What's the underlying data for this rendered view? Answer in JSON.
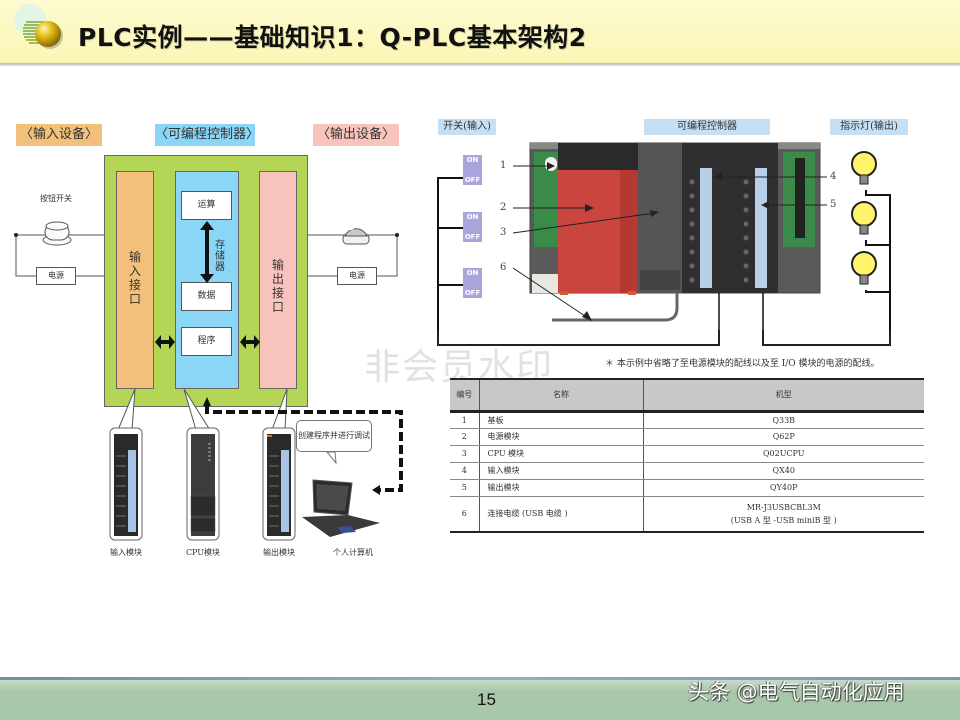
{
  "header": {
    "title": "PLC实例——基础知识1：Q-PLC基本架构2",
    "logo_icon": "golden-sphere-bullet-icon"
  },
  "left_diagram": {
    "section_labels": {
      "input_devices": "〈输入设备〉",
      "controller": "〈可编程控制器〉",
      "output_devices": "〈输出设备〉"
    },
    "input_interface": "输入接口",
    "output_interface": "输出接口",
    "cpu_blocks": {
      "compute": "运算",
      "memory": "存储器",
      "data": "数据",
      "program": "程序"
    },
    "input_device": {
      "name": "按钮开关",
      "power": "电源"
    },
    "output_device": {
      "power": "电源"
    },
    "modules": {
      "input": "输入模块",
      "cpu": "CPU模块",
      "output": "输出模块",
      "pc": "个人计算机"
    },
    "bubble": "创建程序并进行调试"
  },
  "watermark": "非会员水印",
  "right_figure": {
    "labels": {
      "switch": "开关(输入)",
      "controller": "可编程控制器",
      "lamp": "指示灯(输出)"
    },
    "switch_states": {
      "on": "ON",
      "off": "OFF"
    },
    "callouts": [
      "1",
      "2",
      "3",
      "4",
      "5",
      "6"
    ],
    "note": "＊ 本示例中省略了至电源模块的配线以及至 I/O 模块的电源的配线。"
  },
  "table": {
    "headers": [
      "编号",
      "名称",
      "机型"
    ],
    "rows": [
      {
        "no": "1",
        "name": "基板",
        "model": "Q33B",
        "model2": ""
      },
      {
        "no": "2",
        "name": "电源模块",
        "model": "Q62P",
        "model2": ""
      },
      {
        "no": "3",
        "name": "CPU 模块",
        "model": "Q02UCPU",
        "model2": ""
      },
      {
        "no": "4",
        "name": "输入模块",
        "model": "QX40",
        "model2": ""
      },
      {
        "no": "5",
        "name": "输出模块",
        "model": "QY40P",
        "model2": ""
      },
      {
        "no": "6",
        "name": "连接电缆 (USB 电缆 )",
        "model": "MR-J3USBCBL3M",
        "model2": "(USB A 型 -USB  miniB 型 )"
      }
    ]
  },
  "footer": {
    "page_number": "15",
    "credit": "头条 @电气自动化应用"
  },
  "colors": {
    "header_bg": "#fbf5b4",
    "plc_green": "#b5d556",
    "input_orange": "#f2c07a",
    "cpu_blue": "#8bd6f6",
    "output_pink": "#f9c3bd",
    "footer_green": "#a8c8aa",
    "power_module_red": "#c9453e"
  }
}
